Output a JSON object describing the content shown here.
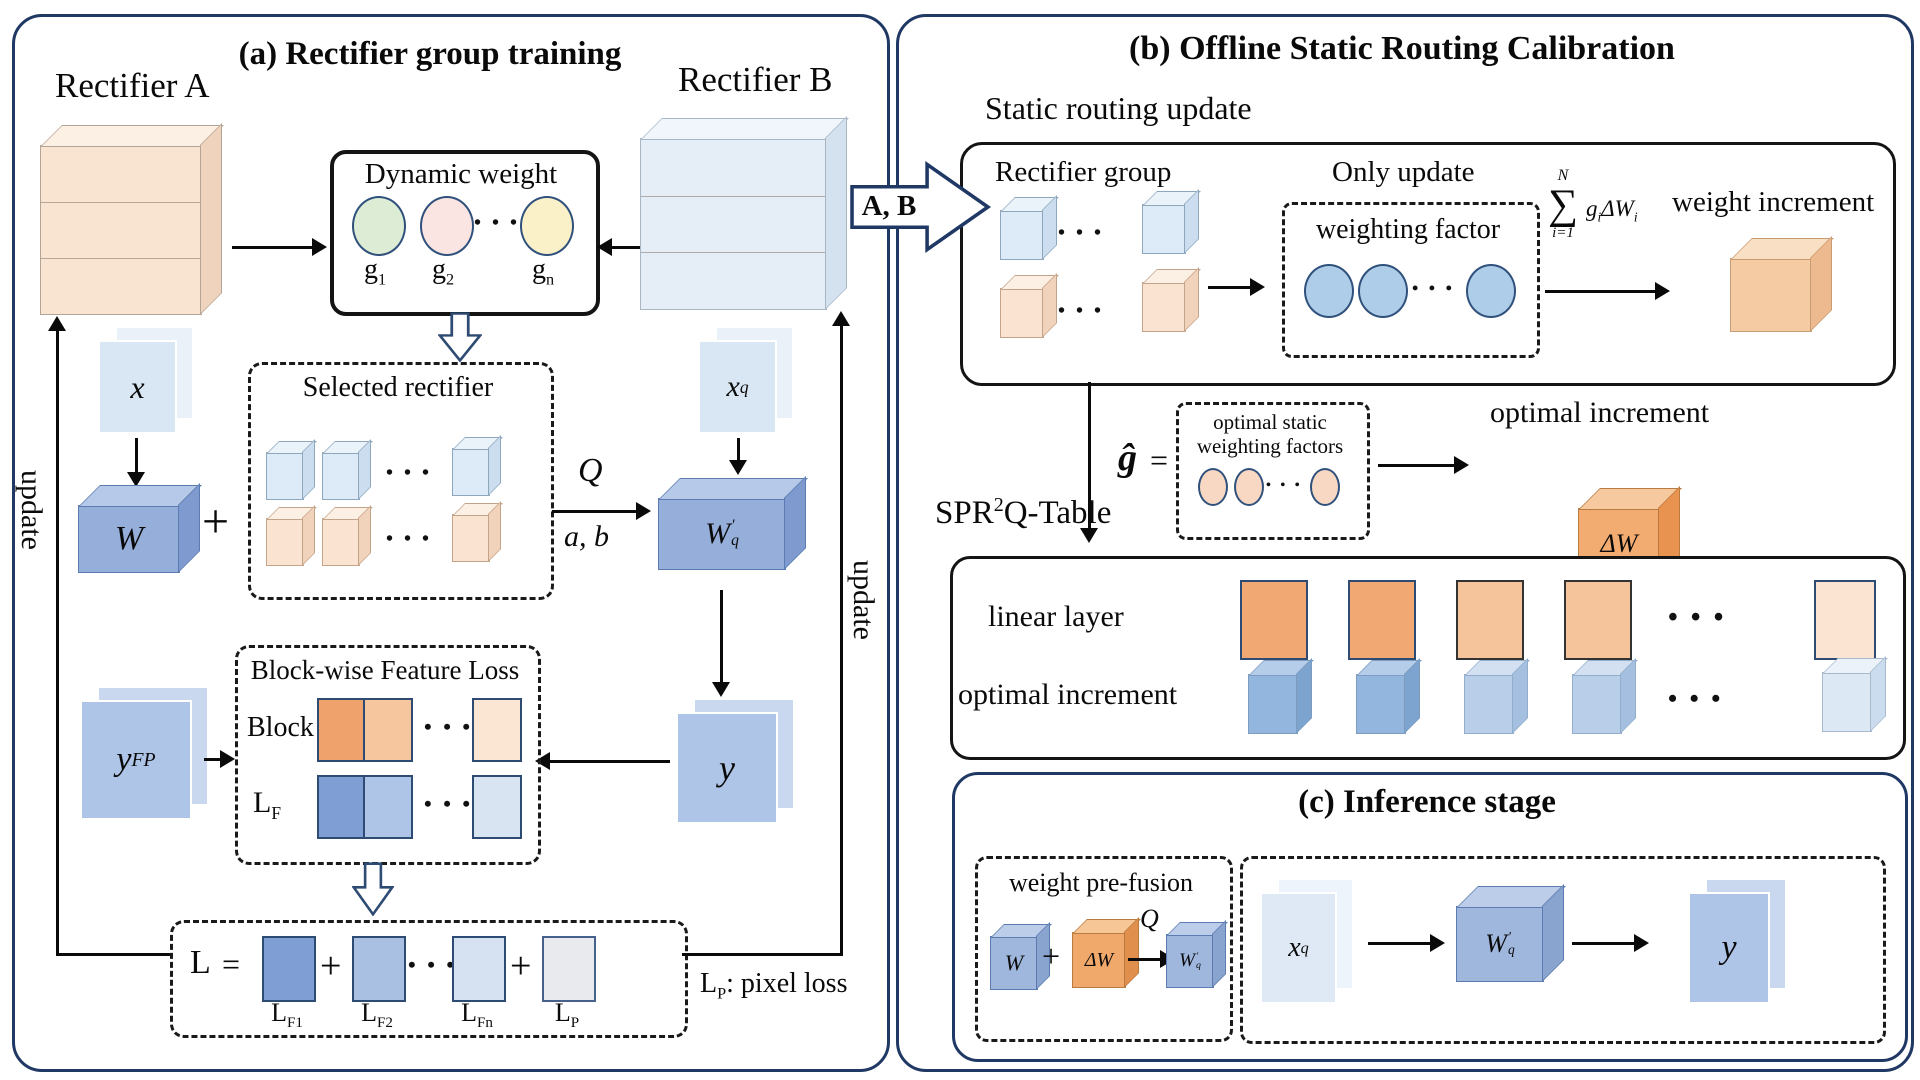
{
  "dots": "• • •",
  "panel_a": {
    "title": "(a) Rectifier group training",
    "rectifier_a": "Rectifier A",
    "rectifier_b": "Rectifier B",
    "ab_arrow": "A, B",
    "dynamic_weight": {
      "title": "Dynamic weight",
      "g1": {
        "base": "g",
        "sub": "1"
      },
      "g2": {
        "base": "g",
        "sub": "2"
      },
      "gn": {
        "base": "g",
        "sub": "n"
      }
    },
    "x": "x",
    "w": "W",
    "plus": "+",
    "selected_rectifier": "Selected rectifier",
    "q": "Q",
    "ab": "a, b",
    "xq": {
      "base": "x",
      "sub": "q"
    },
    "wq": {
      "base": "W",
      "sup": "′",
      "sub": "q"
    },
    "update_left": "update",
    "update_right": "update",
    "yfp": {
      "base": "y",
      "sub": "FP"
    },
    "y": "y",
    "blockwise": {
      "title": "Block-wise Feature Loss",
      "block_label": "Block",
      "lf_label": {
        "base": "L",
        "sub": "F"
      }
    },
    "loss": {
      "l": "L",
      "eq": "=",
      "plus": "+",
      "t1": {
        "base": "L",
        "sub": "F1"
      },
      "t2": {
        "base": "L",
        "sub": "F2"
      },
      "t3": {
        "base": "L",
        "sub": "Fn"
      },
      "t4": {
        "base": "L",
        "sub": "P"
      }
    },
    "pixel_note": {
      "base": "L",
      "sub": "P",
      "rest": ": pixel loss"
    }
  },
  "panel_b": {
    "title": "(b) Offline Static Routing Calibration",
    "static_routing": "Static routing update",
    "rectifier_group": "Rectifier group",
    "only_update": "Only update",
    "weighting_factor": "weighting factor",
    "sum": {
      "upper": "N",
      "sigma": "∑",
      "lower": "i=1",
      "g": "g",
      "gsub": "i",
      "dw": "ΔW",
      "dwsub": "i"
    },
    "weight_increment": "weight increment",
    "ghat": "ĝ",
    "eq": "=",
    "optimal_static_1": "optimal static",
    "optimal_static_2": "weighting factors",
    "optimal_increment": "optimal increment",
    "dw": "ΔW",
    "spr_label": {
      "pre": "SPR",
      "sup": "2",
      "post": "Q-Table"
    },
    "table": {
      "linear_layer": "linear layer",
      "optimal_increment": "optimal increment"
    }
  },
  "panel_c": {
    "title": "(c) Inference stage",
    "weight_prefusion": "weight pre-fusion",
    "w": "W",
    "plus": "+",
    "dw": "ΔW",
    "q": "Q",
    "wq": {
      "base": "W",
      "sup": "′",
      "sub": "q"
    },
    "xq": {
      "base": "x",
      "sub": "q"
    },
    "y": "y"
  },
  "colors": {
    "navy_border": "#1f3864",
    "peach_front": "#f9e4d2",
    "lightblue_front": "#e5eef7",
    "blue_cube": "#96afda",
    "orange_cube": "#f0a96b",
    "pages_blue": "#afc5e8",
    "green_circle": "#ddecd5",
    "pink_circle": "#fbe5e2",
    "yellow_circle": "#fbf1c9",
    "blue_circle": "#aecde8",
    "peach_circle": "#f8d8c2"
  }
}
